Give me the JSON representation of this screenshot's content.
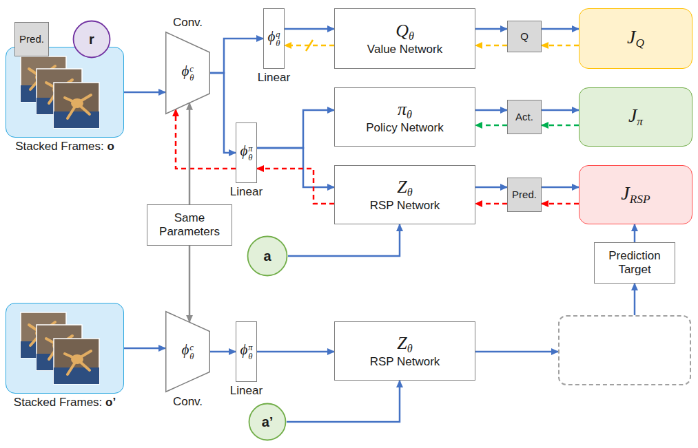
{
  "diagram": {
    "nodes": [
      {
        "text": [
          "Stacked Frames: o"
        ]
      },
      {
        "text": [
          "Conv.",
          "ϕθc"
        ]
      },
      {
        "text": [
          "ϕθq",
          "Linear"
        ]
      },
      {
        "text": [
          "Qθ",
          "Value Network"
        ]
      },
      {
        "text": [
          "Q"
        ]
      },
      {
        "text": [
          "JQ"
        ]
      },
      {
        "text": [
          "ϕθπ",
          "Linear"
        ]
      },
      {
        "text": [
          "πθ",
          "Policy Network"
        ]
      },
      {
        "text": [
          "Act."
        ]
      },
      {
        "text": [
          "Jπ"
        ]
      },
      {
        "text": [
          "Zθ",
          "RSP Network"
        ]
      },
      {
        "text": [
          "Pred."
        ]
      },
      {
        "text": [
          "JRSP"
        ]
      },
      {
        "text": [
          "Same Parameters"
        ]
      },
      {
        "text": [
          "a"
        ]
      },
      {
        "text": [
          "Prediction Target"
        ]
      },
      {
        "text": [
          "Stacked Frames: o’"
        ]
      },
      {
        "text": [
          "ϕθc",
          "Conv."
        ]
      },
      {
        "text": [
          "ϕθπ",
          "Linear"
        ]
      },
      {
        "text": [
          "Zθ",
          "RSP Network"
        ]
      },
      {
        "text": [
          "a’"
        ]
      },
      {
        "text": []
      },
      {
        "text": [
          "Pred."
        ],
        "in": 21
      },
      {
        "text": [
          "r"
        ],
        "in": 21
      }
    ],
    "edges": [
      {
        "from": 0,
        "to": 1,
        "arrow": "to"
      },
      {
        "from": 1,
        "to": 2,
        "arrow": "to"
      },
      {
        "from": 1,
        "to": 6,
        "arrow": "to"
      },
      {
        "from": 2,
        "to": 3,
        "arrow": "to"
      },
      {
        "from": 3,
        "to": 4,
        "arrow": "to"
      },
      {
        "from": 4,
        "to": 5,
        "arrow": "to"
      },
      {
        "from": 5,
        "to": 4,
        "arrow": "to"
      },
      {
        "from": 4,
        "to": 3,
        "arrow": "to"
      },
      {
        "from": 3,
        "to": 2,
        "arrow": "to"
      },
      {
        "from": 6,
        "to": 7,
        "arrow": "to"
      },
      {
        "from": 6,
        "to": 10,
        "arrow": "to"
      },
      {
        "from": 7,
        "to": 8,
        "arrow": "to"
      },
      {
        "from": 8,
        "to": 9,
        "arrow": "to"
      },
      {
        "from": 9,
        "to": 8,
        "arrow": "to"
      },
      {
        "from": 8,
        "to": 7,
        "arrow": "to"
      },
      {
        "from": 10,
        "to": 11,
        "arrow": "to"
      },
      {
        "from": 11,
        "to": 12,
        "arrow": "to"
      },
      {
        "from": 12,
        "to": 11,
        "arrow": "to"
      },
      {
        "from": 11,
        "to": 10,
        "arrow": "to"
      },
      {
        "from": 10,
        "to": 6,
        "arrow": "to"
      },
      {
        "from": 6,
        "to": 1,
        "arrow": "to"
      },
      {
        "from": 13,
        "to": 1,
        "arrow": "to"
      },
      {
        "from": 13,
        "to": 17,
        "arrow": "to"
      },
      {
        "from": 14,
        "to": 10,
        "arrow": "to"
      },
      {
        "from": 16,
        "to": 17,
        "arrow": "to"
      },
      {
        "from": 17,
        "to": 18,
        "arrow": "to"
      },
      {
        "from": 18,
        "to": 19,
        "arrow": "to"
      },
      {
        "from": 20,
        "to": 19,
        "arrow": "to"
      },
      {
        "from": 19,
        "to": 21,
        "arrow": "to"
      },
      {
        "from": 21,
        "to": 15,
        "arrow": "to"
      },
      {
        "from": 15,
        "to": 12,
        "arrow": "to"
      }
    ]
  }
}
